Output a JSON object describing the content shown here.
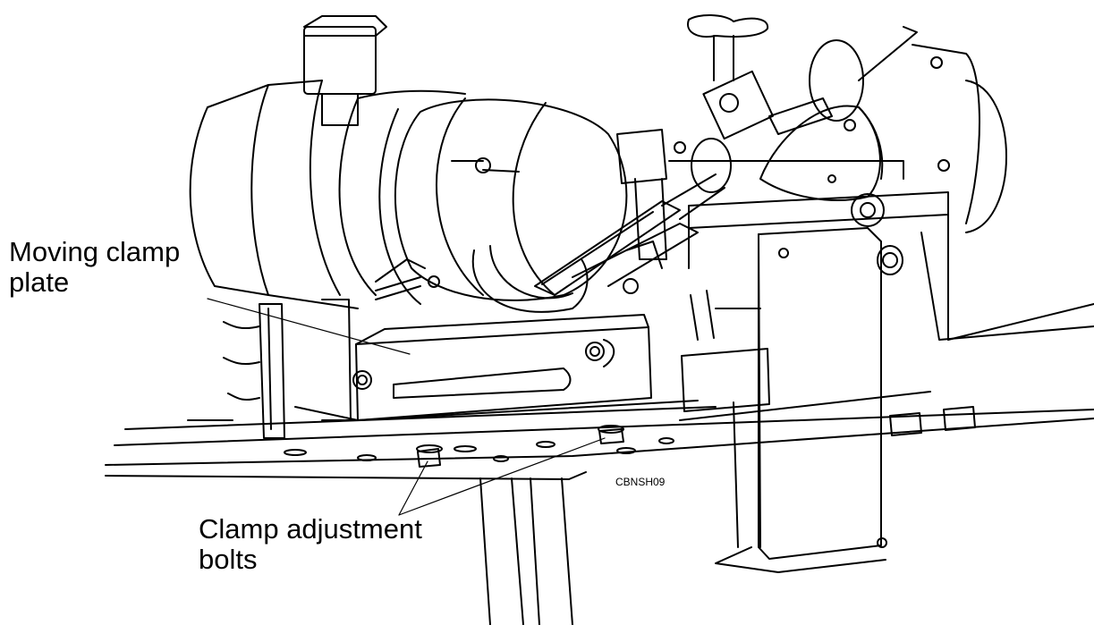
{
  "callouts": {
    "moving_clamp_plate": {
      "line1": "Moving clamp",
      "line2": "plate"
    },
    "clamp_adjustment_bolts": {
      "line1": "Clamp adjustment",
      "line2": "bolts"
    }
  },
  "drawing_code": "CBNSH09",
  "colors": {
    "ink": "#000000",
    "paper": "#ffffff"
  }
}
